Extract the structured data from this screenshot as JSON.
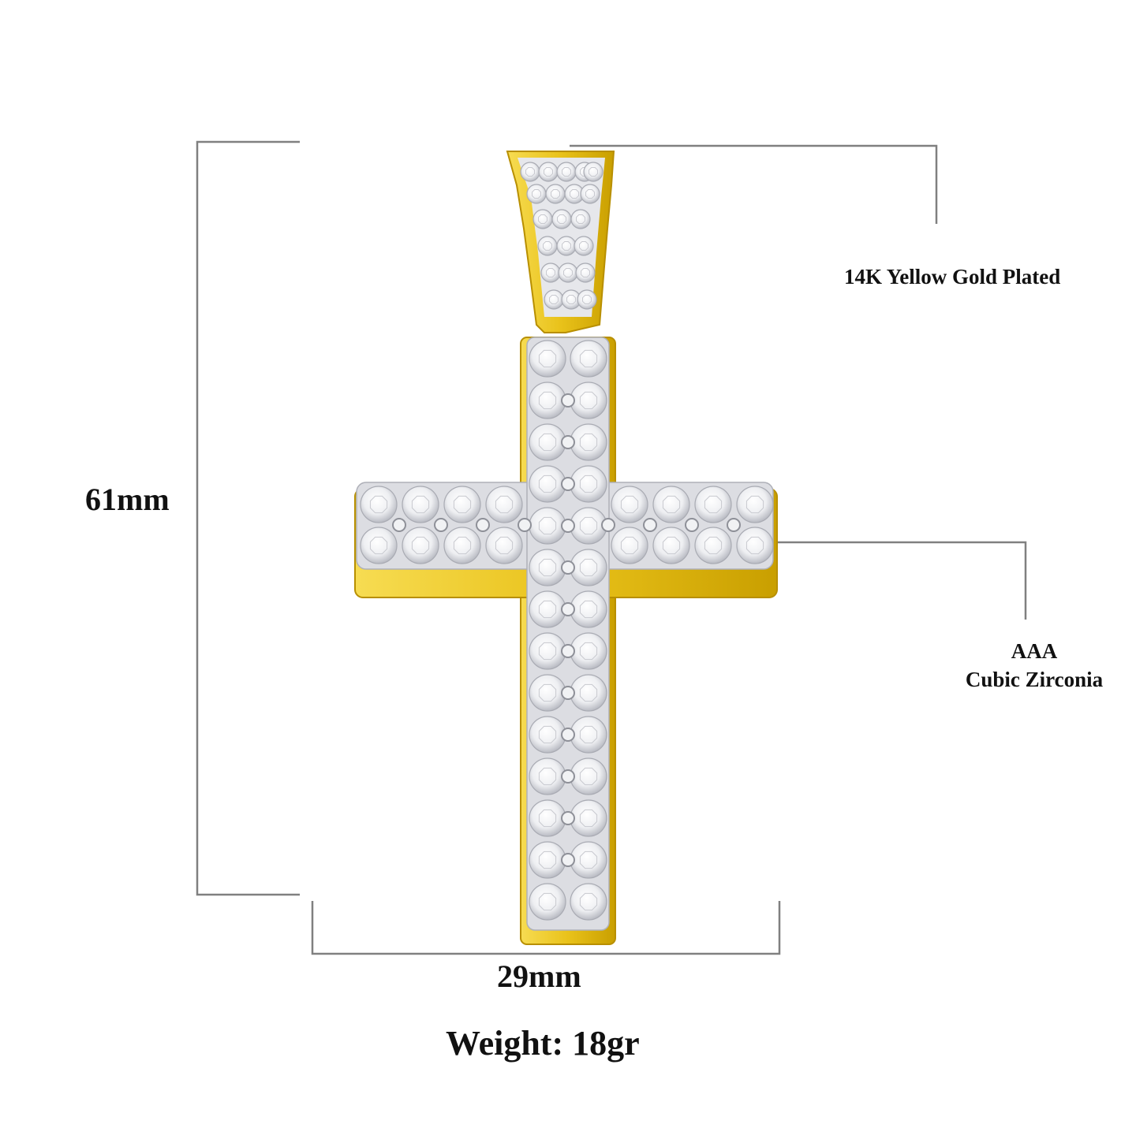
{
  "product": {
    "plating": "14K Yellow Gold Plated",
    "stone_grade": "AAA",
    "stone_type": "Cubic Zirconia",
    "height": "61mm",
    "width": "29mm",
    "weight": "Weight: 18gr"
  },
  "illustration": {
    "subject": "cross-pendant",
    "bail": "bail",
    "dimension_line_color": "#808080",
    "gold_color": "#e9c21a",
    "gold_dark_color": "#b88f00",
    "stone_color": "#f4f4f6",
    "stone_facet_color": "#c8c9cf"
  }
}
